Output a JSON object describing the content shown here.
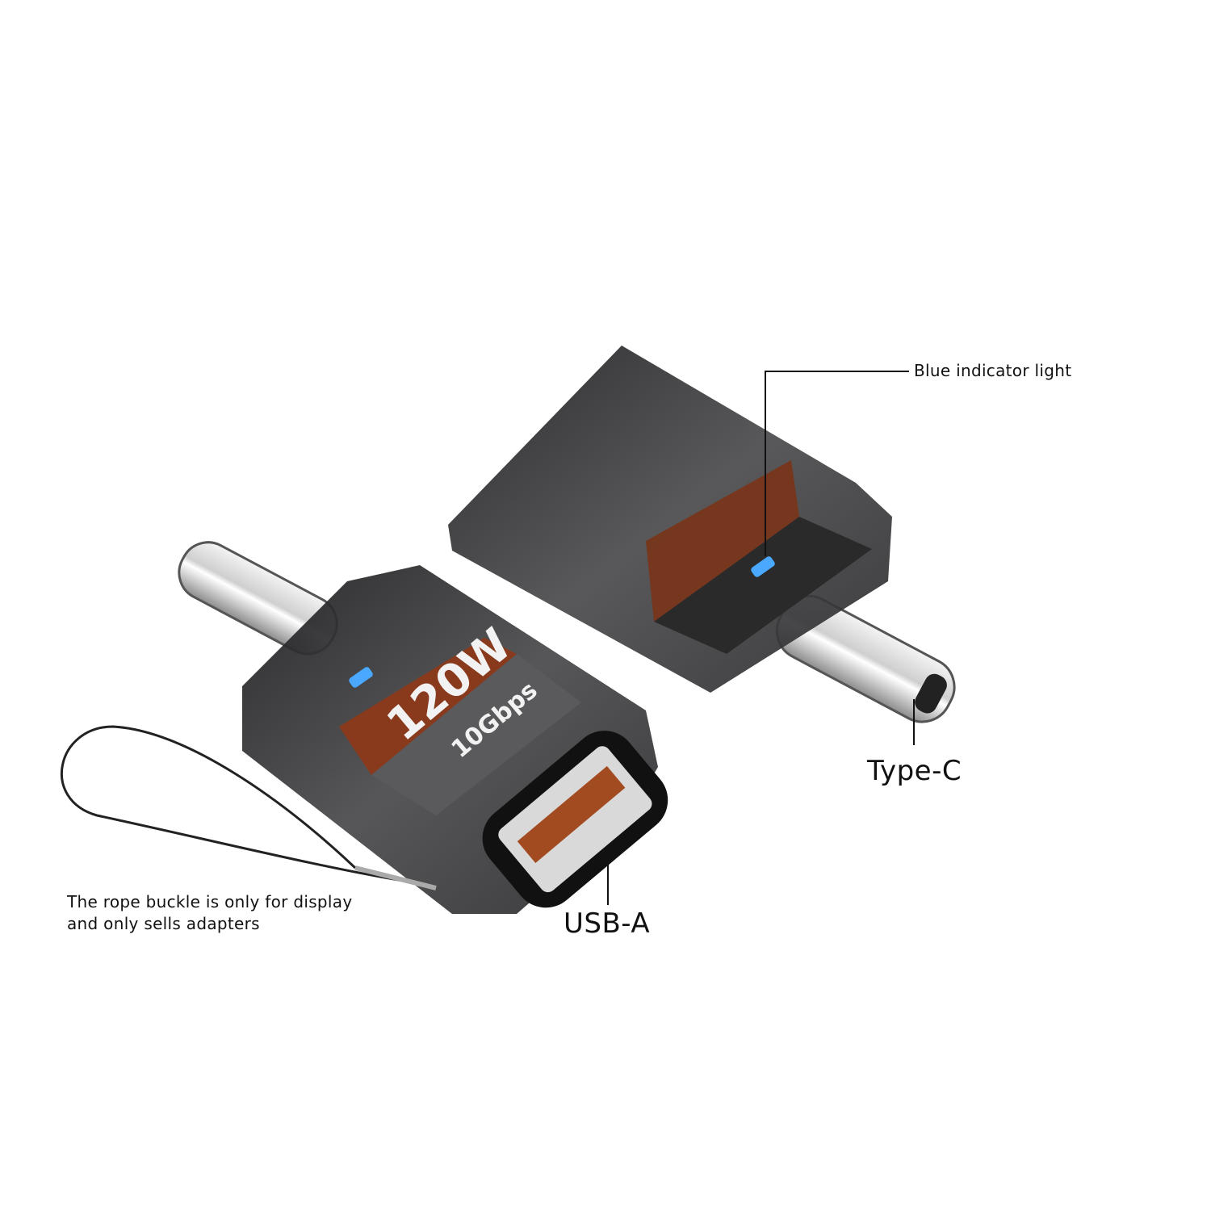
{
  "product": {
    "power_marking": "120W",
    "speed_marking": "10Gbps",
    "indicator_color": "#4aa8ff",
    "body_color": "#3a3a3c",
    "band_color": "#8a3a1c"
  },
  "callouts": {
    "indicator": "Blue indicator light",
    "type_c": "Type-C",
    "usb_a": "USB-A",
    "note_line1": "The rope buckle is only for display",
    "note_line2": "and only sells adapters"
  }
}
